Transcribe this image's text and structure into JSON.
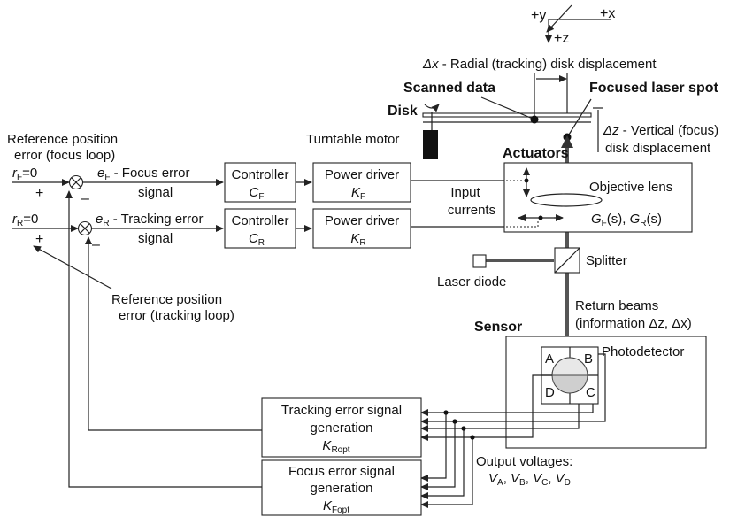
{
  "axes": {
    "y": "+y",
    "x": "+x",
    "z": "+z"
  },
  "labels": {
    "dx_var": "Δx",
    "dx_desc": " - Radial (tracking) disk displacement",
    "scanned_data": "Scanned data",
    "focused_spot": "Focused laser spot",
    "disk": "Disk",
    "dz_var": "Δz",
    "dz_desc1": " - Vertical (focus)",
    "dz_desc2": "disk displacement",
    "turntable": "Turntable motor",
    "actuators": "Actuators",
    "ref_focus_1": "Reference position",
    "ref_focus_2": "error (focus loop)",
    "rf_var": "r",
    "rf_sub": "F",
    "rf_val": "=0",
    "ef_var": "e",
    "ef_sub": "F",
    "ef_desc1": " - Focus error",
    "ef_desc2": "signal",
    "rr_var": "r",
    "rr_sub": "R",
    "rr_val": "=0",
    "er_var": "e",
    "er_sub": "R",
    "er_desc1": " - Tracking error",
    "er_desc2": "signal",
    "plus": "+",
    "minus": "–",
    "input_currents_1": "Input",
    "input_currents_2": "currents",
    "objective_lens": "Objective lens",
    "g_f": "G",
    "g_f_sub": "F",
    "g_f_arg": "(s), ",
    "g_r": "G",
    "g_r_sub": "R",
    "g_r_arg": "(s)",
    "splitter": "Splitter",
    "laser_diode": "Laser diode",
    "ref_track_1": "Reference position",
    "ref_track_2": "error (tracking loop)",
    "return_1": "Return beams",
    "return_2": "(information Δz, Δx)",
    "sensor": "Sensor",
    "photodetector": "Photodetector",
    "quad": [
      "A",
      "B",
      "C",
      "D"
    ],
    "output_1": "Output voltages:",
    "v": "V",
    "v_subs": [
      "A",
      "B",
      "C",
      "D"
    ]
  },
  "blocks": {
    "controller_f": {
      "title": "Controller",
      "var": "C",
      "sub": "F"
    },
    "controller_r": {
      "title": "Controller",
      "var": "C",
      "sub": "R"
    },
    "driver_f": {
      "title": "Power driver",
      "var": "K",
      "sub": "F"
    },
    "driver_r": {
      "title": "Power driver",
      "var": "K",
      "sub": "R"
    },
    "tracking_gen": {
      "line1": "Tracking error signal",
      "line2": "generation",
      "var": "K",
      "sub": "Ropt"
    },
    "focus_gen": {
      "line1": "Focus error signal",
      "line2": "generation",
      "var": "K",
      "sub": "Fopt"
    }
  },
  "colors": {
    "line": "#222222",
    "beam": "#555555",
    "motor": "#111111"
  }
}
